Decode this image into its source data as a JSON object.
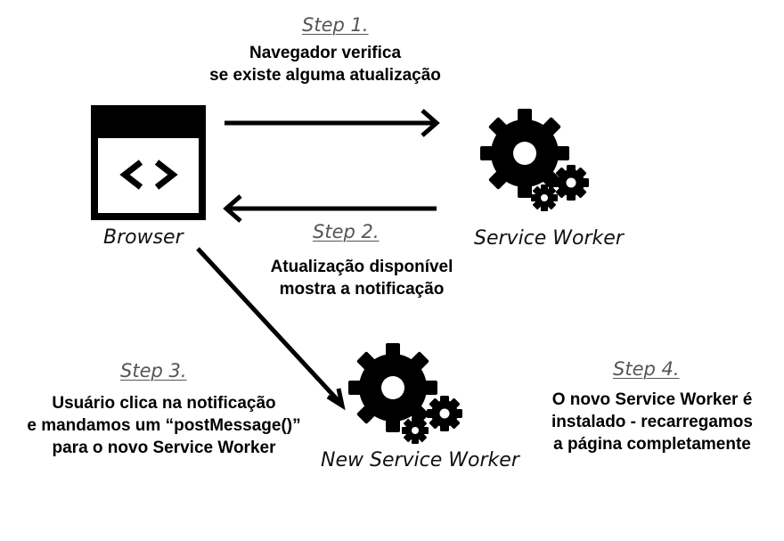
{
  "steps": [
    {
      "title": "Step 1.",
      "lines": [
        "Navegador verifica",
        "se existe alguma atualização"
      ]
    },
    {
      "title": "Step 2.",
      "lines": [
        "Atualização disponível",
        "mostra a notificação"
      ]
    },
    {
      "title": "Step 3.",
      "lines": [
        "Usuário clica na notificação",
        "e mandamos um “postMessage()”",
        "para o novo Service Worker"
      ]
    },
    {
      "title": "Step 4.",
      "lines": [
        "O novo Service Worker é",
        "instalado - recarregamos",
        "a página completamente"
      ]
    }
  ],
  "nodes": {
    "browser": {
      "label": "Browser",
      "icon": "browser-window-code-icon"
    },
    "service_worker": {
      "label": "Service Worker",
      "icon": "gears-icon"
    },
    "new_service_worker": {
      "label": "New Service Worker",
      "icon": "gears-icon"
    }
  },
  "colors": {
    "ink": "#000000",
    "step_title": "#555555",
    "background": "#ffffff"
  }
}
